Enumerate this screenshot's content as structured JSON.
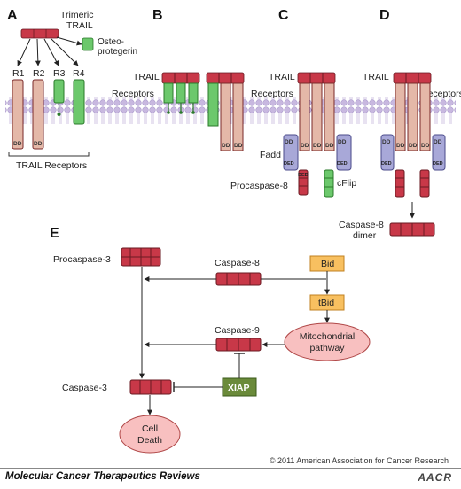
{
  "panels": {
    "a": "A",
    "b": "B",
    "c": "C",
    "d": "D",
    "e": "E"
  },
  "labels": {
    "trimeric_trail": "Trimeric\nTRAIL",
    "osteoprotegerin": "Osteo-\nprotegerin",
    "r1": "R1",
    "r2": "R2",
    "r3": "R3",
    "r4": "R4",
    "trail_receptors": "TRAIL Receptors",
    "trail": "TRAIL",
    "receptors": "Receptors",
    "fadd": "Fadd",
    "procaspase8": "Procaspase-8",
    "cflip": "cFlip",
    "caspase8_dimer": "Caspase-8\ndimer",
    "dd": "DD",
    "ded": "DED"
  },
  "pathway": {
    "procaspase3": "Procaspase-3",
    "caspase8": "Caspase-8",
    "bid": "Bid",
    "tbid": "tBid",
    "caspase9": "Caspase-9",
    "mito": "Mitochondrial\npathway",
    "caspase3": "Caspase-3",
    "xiap": "XIAP",
    "celldeath": "Cell\nDeath"
  },
  "footer": {
    "journal": "Molecular Cancer Therapeutics Reviews",
    "copyright": "© 2011 American Association for Cancer Research",
    "logo": "AACR"
  },
  "colors": {
    "receptor_red": "#c86a6a",
    "receptor_pale": "#e8c8b8",
    "decoy_green": "#6cc86c",
    "fadd_blue": "#a8a8d8",
    "caspase_red": "#c83848",
    "bid_orange": "#f8c060",
    "xiap_green": "#6a8a3a",
    "ellipse_pink": "#f8c0c0",
    "membrane": "#c8b8e0"
  }
}
